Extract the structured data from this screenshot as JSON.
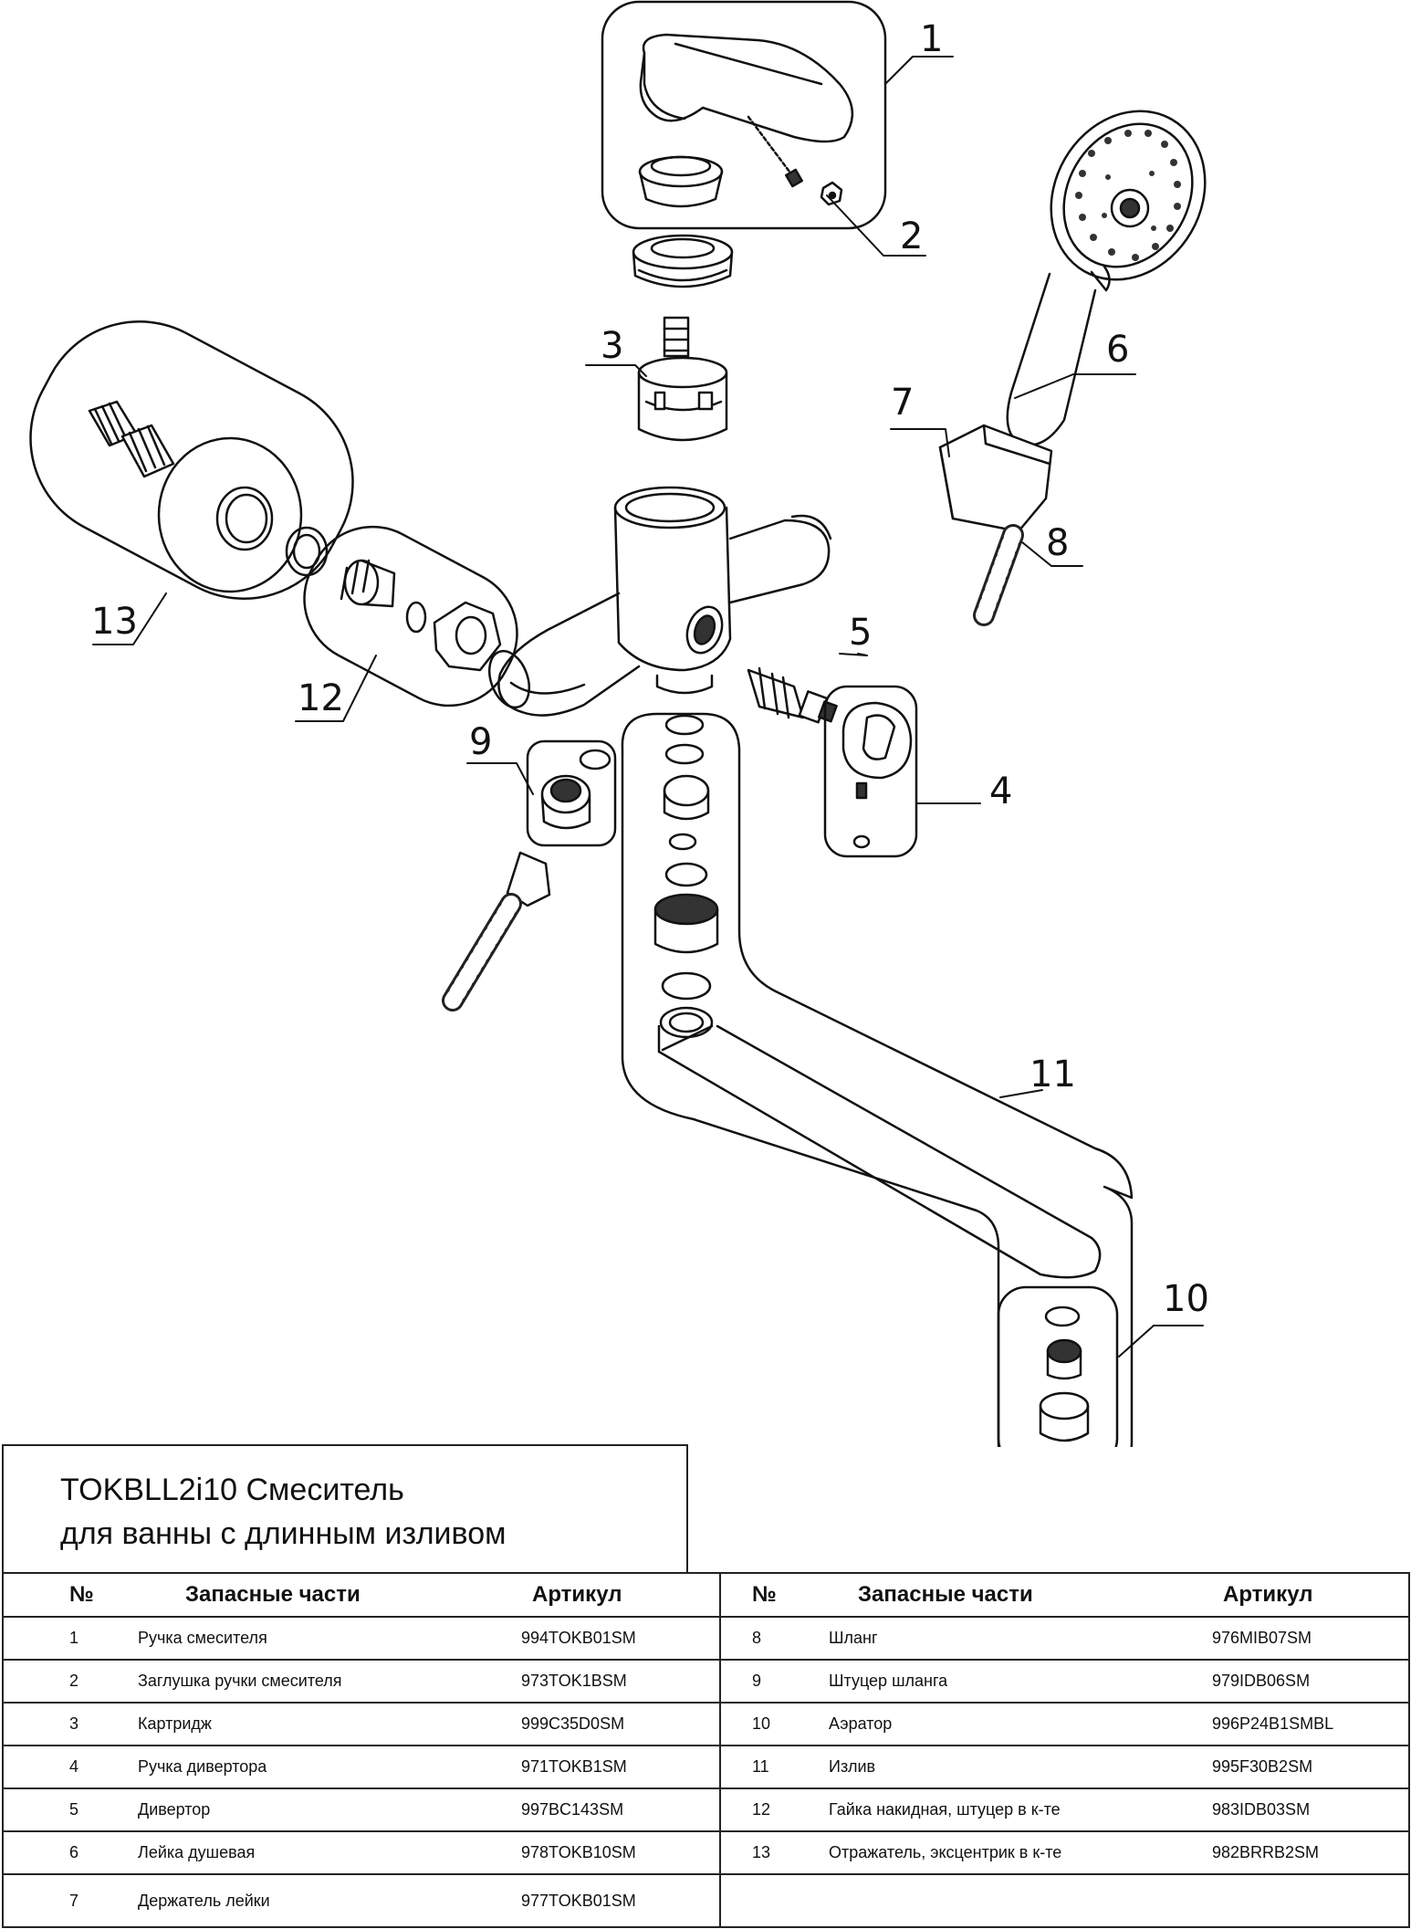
{
  "title": {
    "line1": "TOKBLL2i10 Смеситель",
    "line2": "для ванны с длинным изливом"
  },
  "callouts": [
    "1",
    "2",
    "3",
    "4",
    "5",
    "6",
    "7",
    "8",
    "9",
    "10",
    "11",
    "12",
    "13"
  ],
  "table": {
    "headers": {
      "no": "№",
      "part": "Запасные части",
      "article": "Артикул"
    },
    "left": [
      {
        "no": "1",
        "part": "Ручка смесителя",
        "article": "994TOKB01SM"
      },
      {
        "no": "2",
        "part": "Заглушка ручки смесителя",
        "article": "973TOK1BSM"
      },
      {
        "no": "3",
        "part": "Картридж",
        "article": "999C35D0SM"
      },
      {
        "no": "4",
        "part": "Ручка дивертора",
        "article": "971TOKB1SM"
      },
      {
        "no": "5",
        "part": "Дивертор",
        "article": "997BC143SM"
      },
      {
        "no": "6",
        "part": "Лейка душевая",
        "article": "978TOKB10SM"
      },
      {
        "no": "7",
        "part": "Держатель лейки",
        "article": "977TOKB01SM"
      }
    ],
    "right": [
      {
        "no": "8",
        "part": "Шланг",
        "article": "976MIB07SM"
      },
      {
        "no": "9",
        "part": "Штуцер шланга",
        "article": "979IDB06SM"
      },
      {
        "no": "10",
        "part": "Аэратор",
        "article": "996P24B1SMBL"
      },
      {
        "no": "11",
        "part": "Излив",
        "article": "995F30B2SM"
      },
      {
        "no": "12",
        "part": "Гайка накидная, штуцер в к-те",
        "article": "983IDB03SM"
      },
      {
        "no": "13",
        "part": "Отражатель, эксцентрик в к-те",
        "article": "982BRRB2SM"
      },
      {
        "no": "",
        "part": "",
        "article": ""
      }
    ]
  }
}
